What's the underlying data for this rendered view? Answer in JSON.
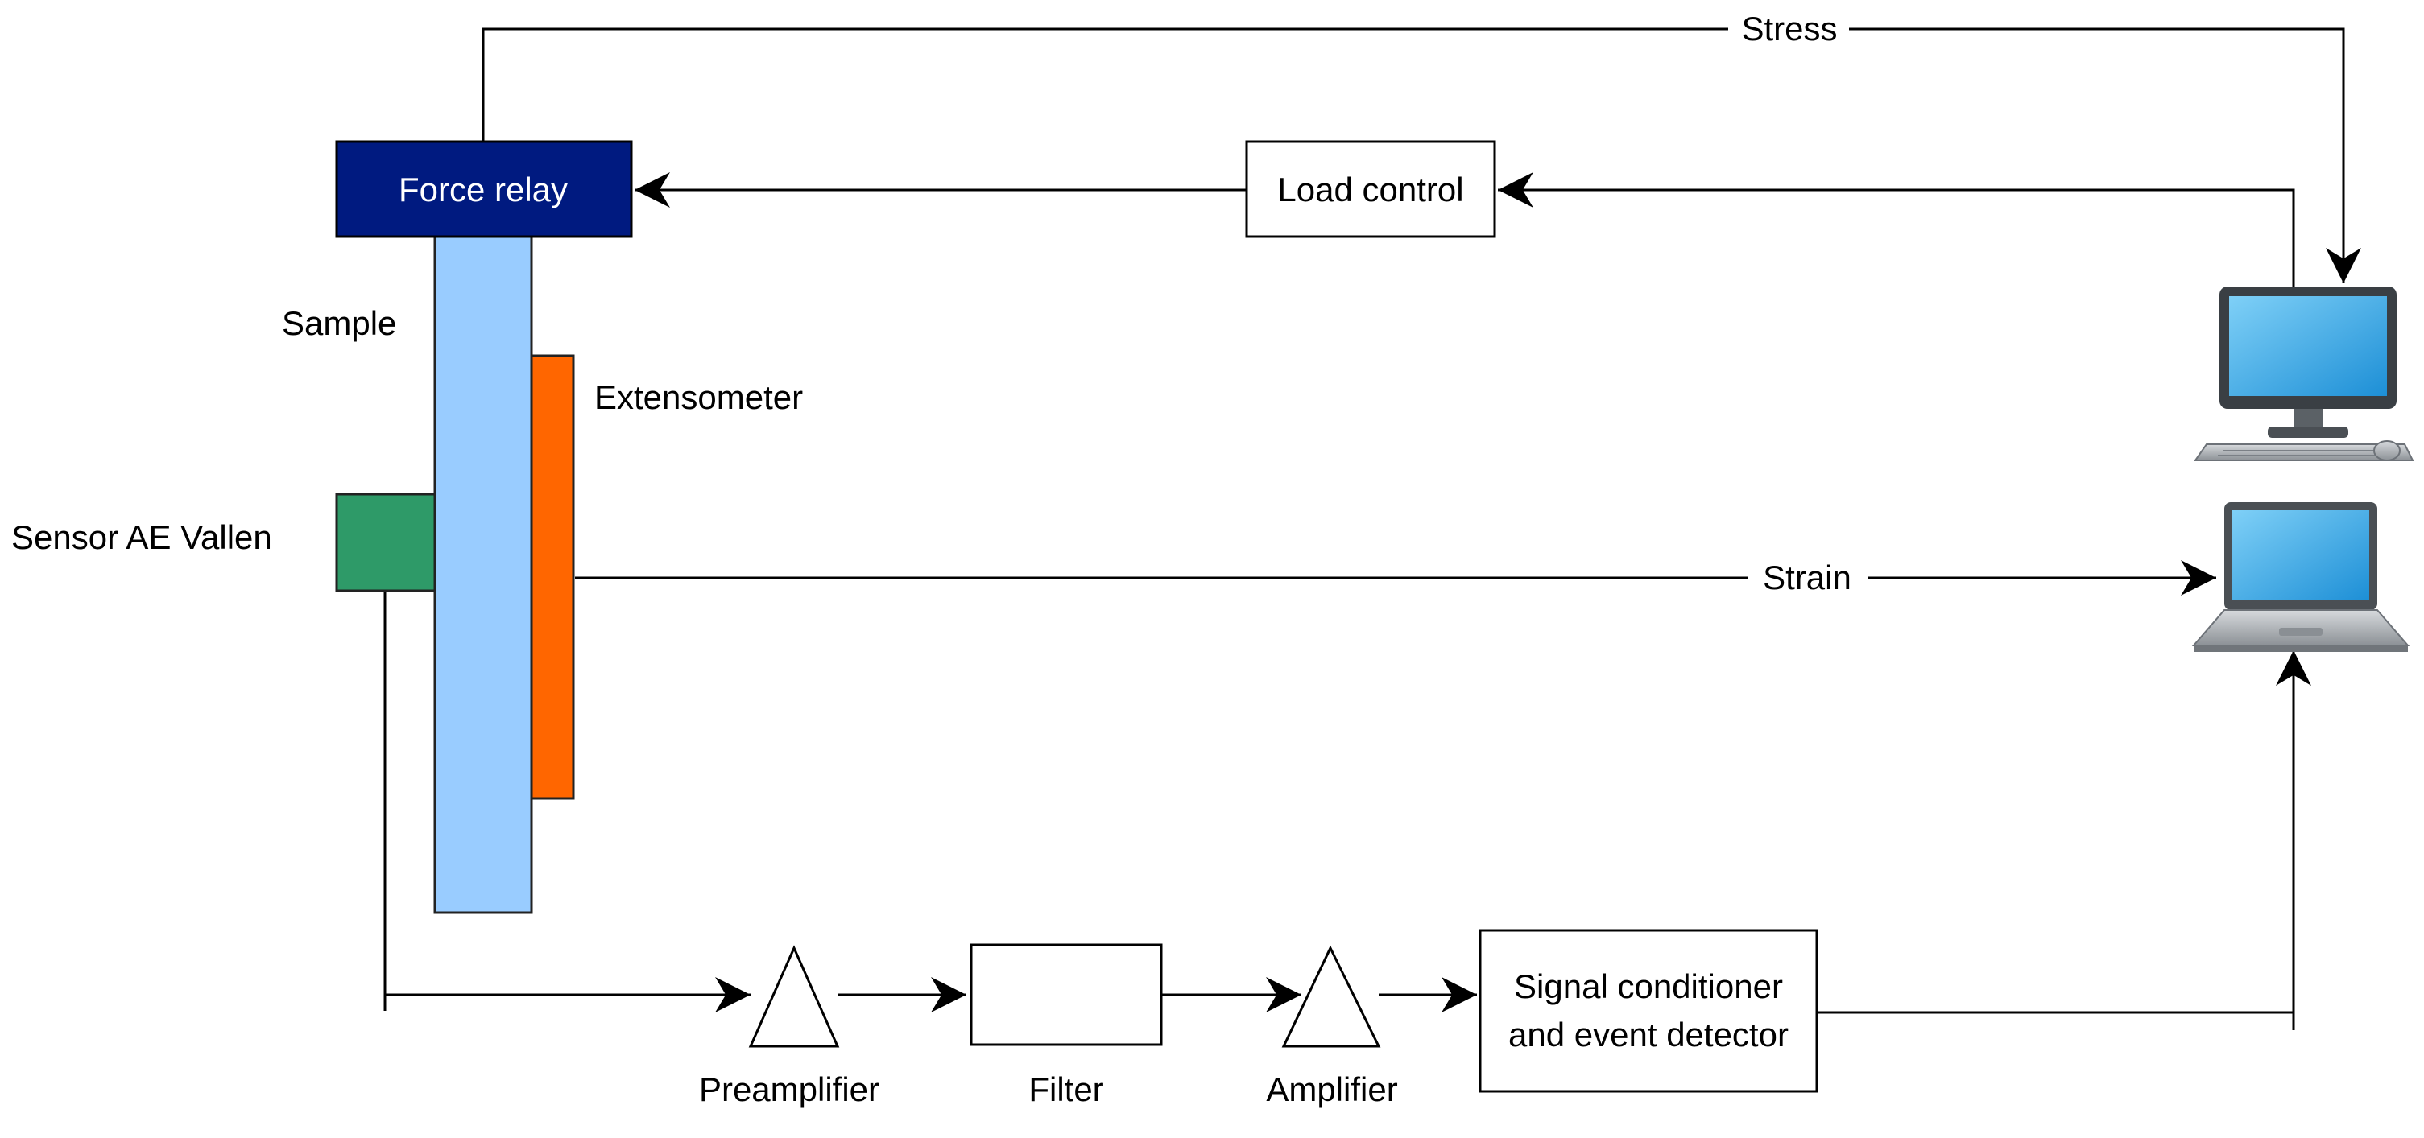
{
  "labels": {
    "force_relay": "Force relay",
    "load_control": "Load control",
    "stress": "Stress",
    "strain": "Strain",
    "sample": "Sample",
    "extensometer": "Extensometer",
    "sensor": "Sensor AE Vallen",
    "preamplifier": "Preamplifier",
    "filter": "Filter",
    "amplifier": "Amplifier",
    "signal_conditioner_line1": "Signal conditioner",
    "signal_conditioner_line2": "and event detector"
  },
  "colors": {
    "force_relay_fill": "#001a80",
    "sample_fill": "#99ccff",
    "extensometer_fill": "#ff6600",
    "sensor_fill": "#2e9a68",
    "line": "#000000"
  },
  "icons": {
    "desktop": "desktop-computer-icon",
    "laptop": "laptop-computer-icon"
  }
}
